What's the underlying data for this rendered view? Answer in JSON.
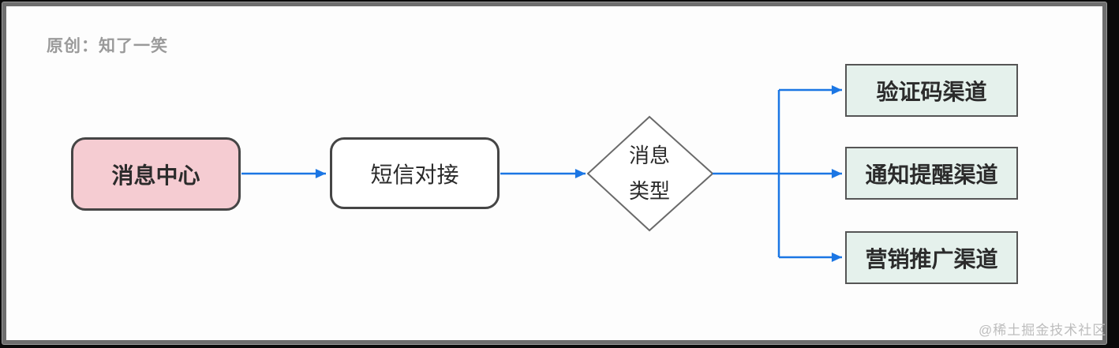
{
  "author_credit": "原创：知了一笑",
  "watermark": "@稀土掘金技术社区",
  "colors": {
    "arrow": "#1b76e4",
    "frame_border": "#6e6e6e",
    "node_border_dark": "#454545",
    "diamond_border": "#6a6a6a",
    "pink_fill": "#f5ccd2",
    "mint_fill": "#e5f1ec",
    "white_fill": "#ffffff",
    "author_text": "#9a9a9a",
    "watermark_text": "#bdbdbd"
  },
  "flowchart": {
    "nodes": [
      {
        "id": "message-center",
        "label": "消息中心",
        "shape": "rounded-rect",
        "fill": "#f5ccd2"
      },
      {
        "id": "sms-integration",
        "label": "短信对接",
        "shape": "rounded-rect",
        "fill": "#ffffff"
      },
      {
        "id": "message-type",
        "label_line1": "消息",
        "label_line2": "类型",
        "shape": "diamond",
        "fill": "#ffffff"
      },
      {
        "id": "captcha-channel",
        "label": "验证码渠道",
        "shape": "rect",
        "fill": "#e5f1ec"
      },
      {
        "id": "notification-channel",
        "label": "通知提醒渠道",
        "shape": "rect",
        "fill": "#e5f1ec"
      },
      {
        "id": "marketing-channel",
        "label": "营销推广渠道",
        "shape": "rect",
        "fill": "#e5f1ec"
      }
    ],
    "edges": [
      {
        "from": "message-center",
        "to": "sms-integration"
      },
      {
        "from": "sms-integration",
        "to": "message-type"
      },
      {
        "from": "message-type",
        "to": "captcha-channel"
      },
      {
        "from": "message-type",
        "to": "notification-channel"
      },
      {
        "from": "message-type",
        "to": "marketing-channel"
      }
    ]
  }
}
